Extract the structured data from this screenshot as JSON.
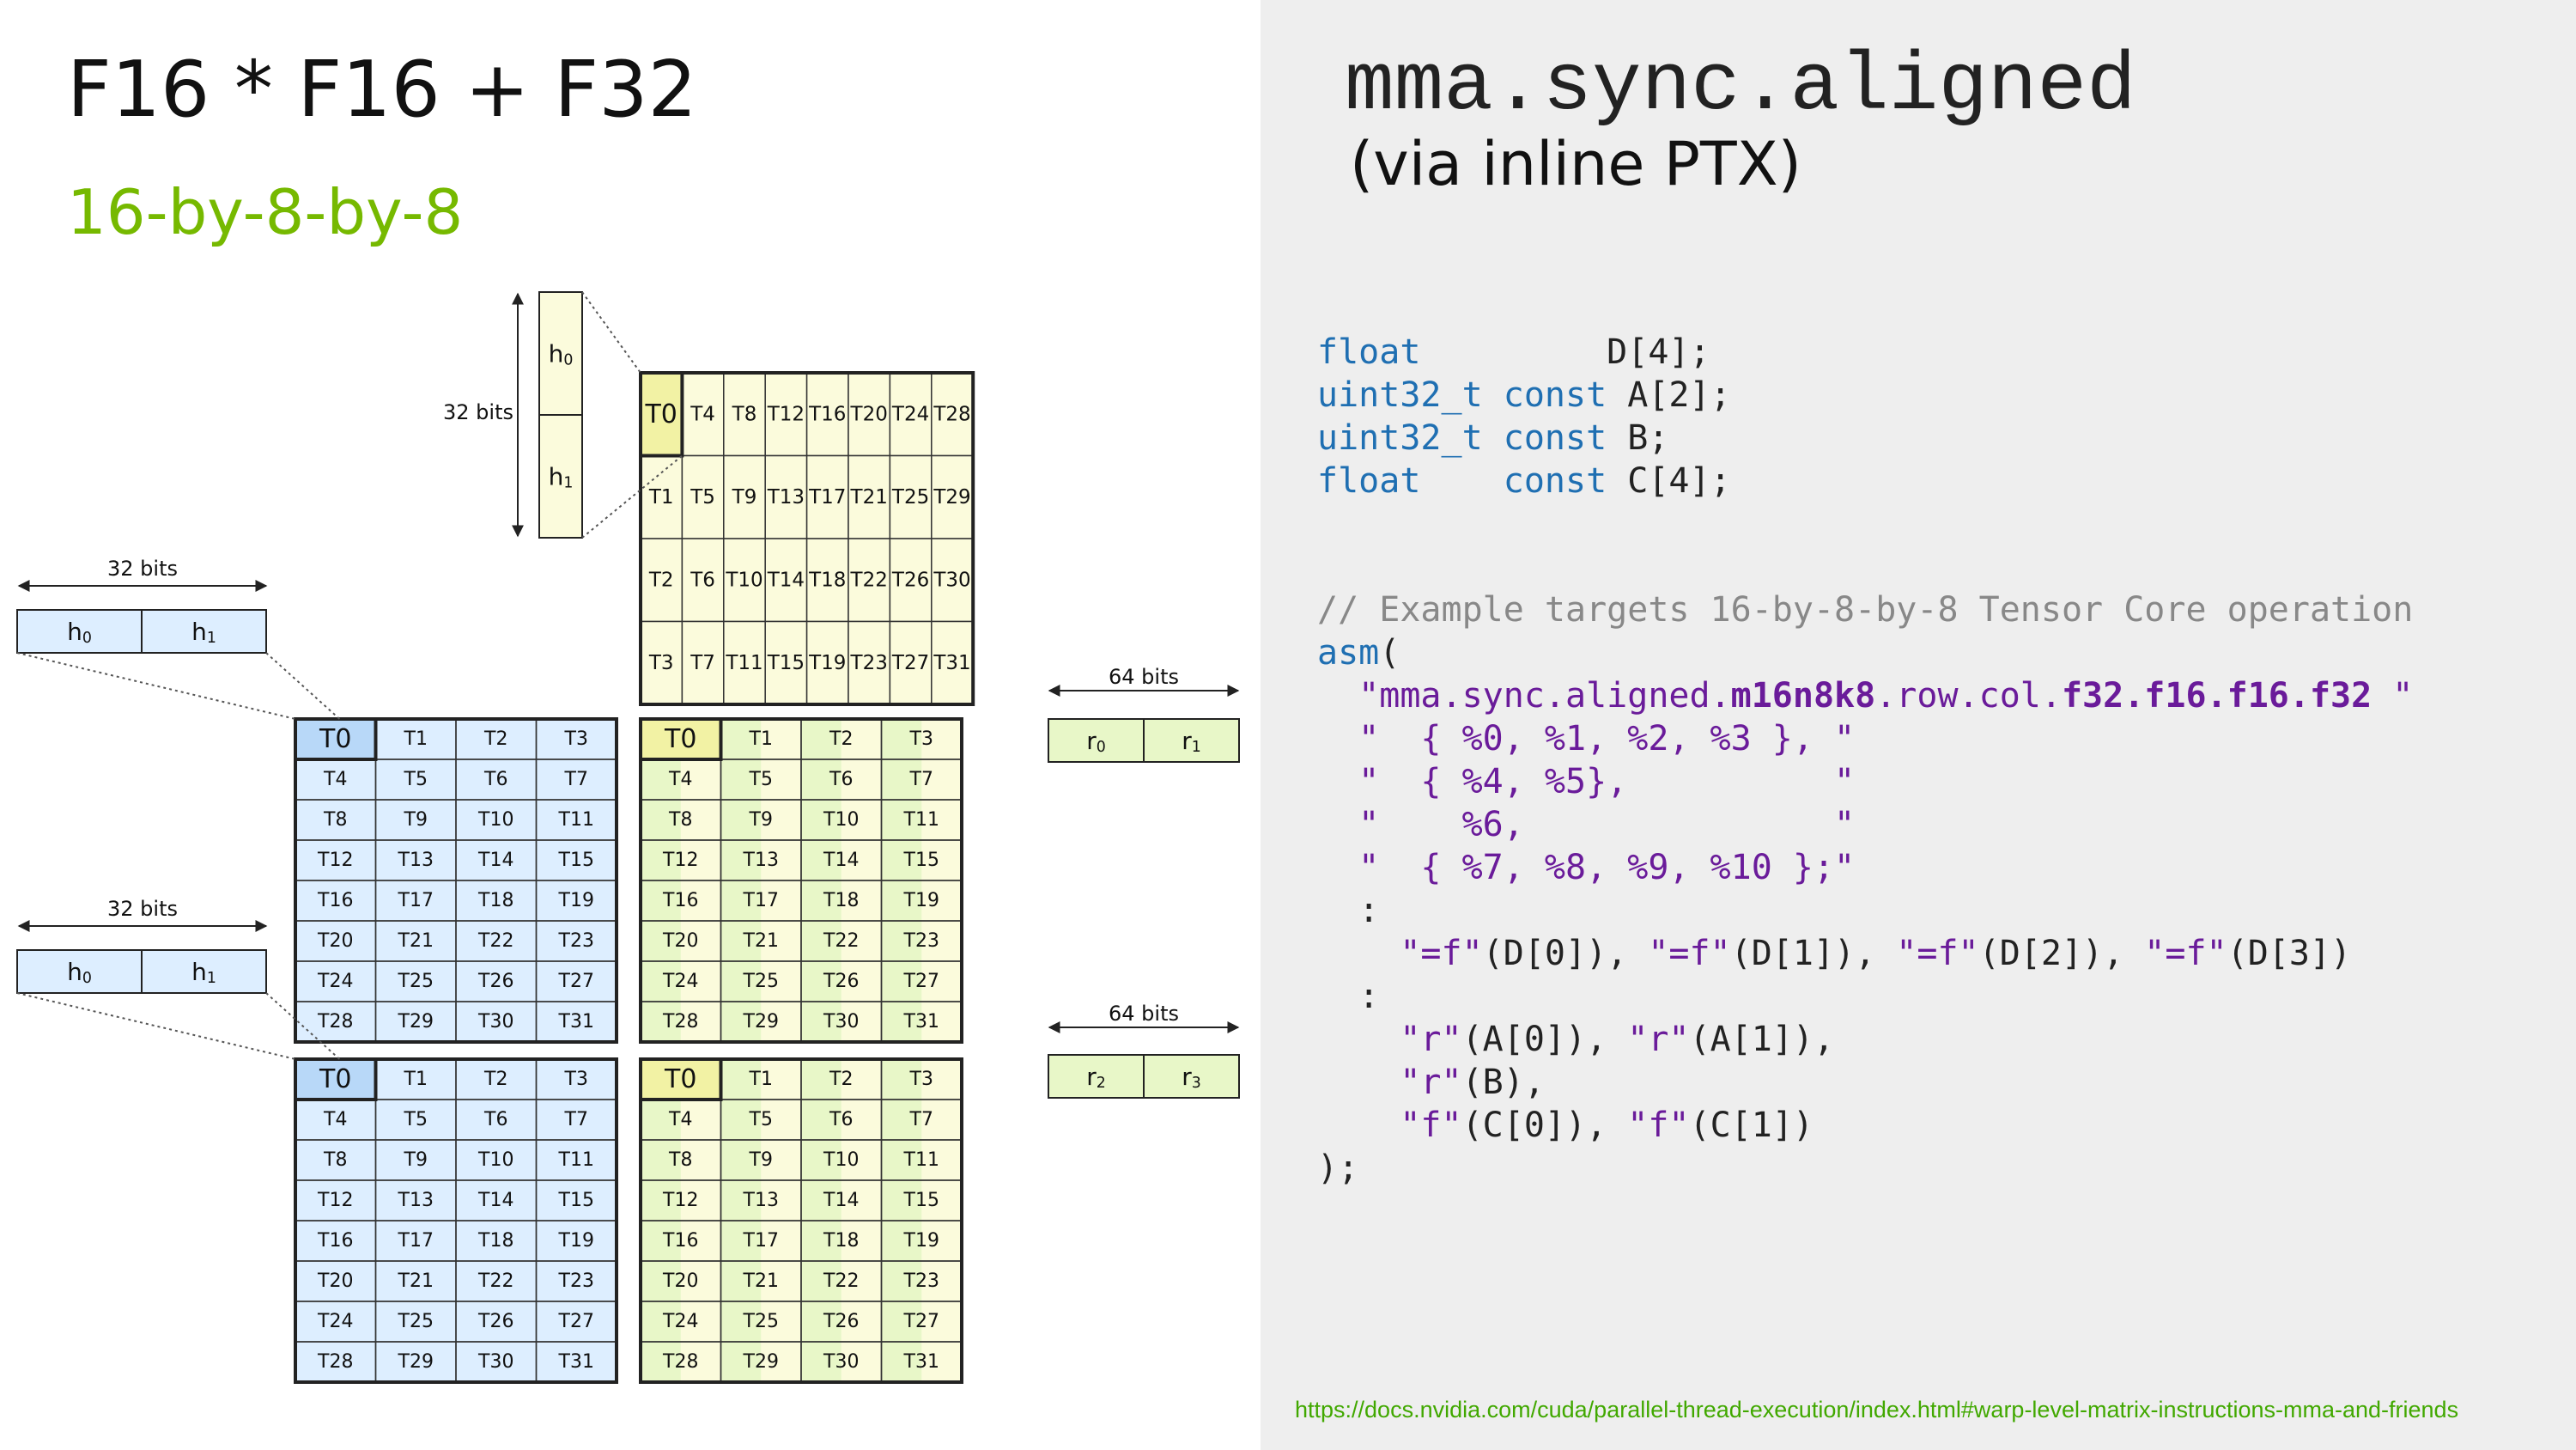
{
  "title": "F16 * F16 + F32",
  "subtitle": "16-by-8-by-8",
  "right_title": "mma.sync.aligned",
  "right_subtitle": "(via inline PTX)",
  "url": "https://docs.nvidia.com/cuda/parallel-thread-execution/index.html#warp-level-matrix-instructions-mma-and-friends",
  "colors": {
    "accent_green": "#76b900",
    "blue_fill": "#ddeeff",
    "blue_header": "#b8d8f8",
    "yellow_fill": "#fbfbdc",
    "yellow_header": "#f2f2a4",
    "green_fill": "#e8f7c8",
    "keyword": "#1f6fb2",
    "string": "#6a1b9a",
    "comment": "#888888",
    "code_bg": "#eeeeee"
  },
  "diagram": {
    "label_32bits": "32 bits",
    "label_64bits": "64 bits",
    "reg_b": [
      "h0",
      "h1"
    ],
    "reg_a": [
      "h0",
      "h1"
    ],
    "reg_c_top": [
      "r0",
      "r1"
    ],
    "reg_c_bottom": [
      "r2",
      "r3"
    ],
    "matrix_b_rows": [
      [
        "T0",
        "T4",
        "T8",
        "T12",
        "T16",
        "T20",
        "T24",
        "T28"
      ],
      [
        "T1",
        "T5",
        "T9",
        "T13",
        "T17",
        "T21",
        "T25",
        "T29"
      ],
      [
        "T2",
        "T6",
        "T10",
        "T14",
        "T18",
        "T22",
        "T26",
        "T30"
      ],
      [
        "T3",
        "T7",
        "T11",
        "T15",
        "T19",
        "T23",
        "T27",
        "T31"
      ]
    ],
    "matrix_rows": [
      [
        "T0",
        "T1",
        "T2",
        "T3"
      ],
      [
        "T4",
        "T5",
        "T6",
        "T7"
      ],
      [
        "T8",
        "T9",
        "T10",
        "T11"
      ],
      [
        "T12",
        "T13",
        "T14",
        "T15"
      ],
      [
        "T16",
        "T17",
        "T18",
        "T19"
      ],
      [
        "T20",
        "T21",
        "T22",
        "T23"
      ],
      [
        "T24",
        "T25",
        "T26",
        "T27"
      ],
      [
        "T28",
        "T29",
        "T30",
        "T31"
      ]
    ]
  },
  "code_lines": [
    [
      {
        "t": "float",
        "c": "kw"
      },
      {
        "t": "         D[4];",
        "c": "tx"
      }
    ],
    [
      {
        "t": "uint32_t const",
        "c": "kw"
      },
      {
        "t": " A[2];",
        "c": "tx"
      }
    ],
    [
      {
        "t": "uint32_t const",
        "c": "kw"
      },
      {
        "t": " B;",
        "c": "tx"
      }
    ],
    [
      {
        "t": "float    const",
        "c": "kw"
      },
      {
        "t": " C[4];",
        "c": "tx"
      }
    ],
    [],
    [],
    [
      {
        "t": "// Example targets 16-by-8-by-8 Tensor Core operation",
        "c": "cm"
      }
    ],
    [
      {
        "t": "asm",
        "c": "kw"
      },
      {
        "t": "(",
        "c": "tx"
      }
    ],
    [
      {
        "t": "  \"mma.sync.aligned.",
        "c": "str"
      },
      {
        "t": "m16n8k8",
        "c": "strb"
      },
      {
        "t": ".row.col.",
        "c": "str"
      },
      {
        "t": "f32.f16.f16.f32",
        "c": "strb"
      },
      {
        "t": " \"",
        "c": "str"
      }
    ],
    [
      {
        "t": "  \"  { %0, %1, %2, %3 }, \"",
        "c": "str"
      }
    ],
    [
      {
        "t": "  \"  { %4, %5},          \"",
        "c": "str"
      }
    ],
    [
      {
        "t": "  \"    %6,               \"",
        "c": "str"
      }
    ],
    [
      {
        "t": "  \"  { %7, %8, %9, %10 };\"",
        "c": "str"
      }
    ],
    [
      {
        "t": "  :",
        "c": "tx"
      }
    ],
    [
      {
        "t": "    \"=f\"",
        "c": "str"
      },
      {
        "t": "(D[0]), ",
        "c": "tx"
      },
      {
        "t": "\"=f\"",
        "c": "str"
      },
      {
        "t": "(D[1]), ",
        "c": "tx"
      },
      {
        "t": "\"=f\"",
        "c": "str"
      },
      {
        "t": "(D[2]), ",
        "c": "tx"
      },
      {
        "t": "\"=f\"",
        "c": "str"
      },
      {
        "t": "(D[3])",
        "c": "tx"
      }
    ],
    [
      {
        "t": "  :",
        "c": "tx"
      }
    ],
    [
      {
        "t": "    \"r\"",
        "c": "str"
      },
      {
        "t": "(A[0]), ",
        "c": "tx"
      },
      {
        "t": "\"r\"",
        "c": "str"
      },
      {
        "t": "(A[1]),",
        "c": "tx"
      }
    ],
    [
      {
        "t": "    \"r\"",
        "c": "str"
      },
      {
        "t": "(B),",
        "c": "tx"
      }
    ],
    [
      {
        "t": "    \"f\"",
        "c": "str"
      },
      {
        "t": "(C[0]), ",
        "c": "tx"
      },
      {
        "t": "\"f\"",
        "c": "str"
      },
      {
        "t": "(C[1])",
        "c": "tx"
      }
    ],
    [
      {
        "t": ");",
        "c": "tx"
      }
    ]
  ]
}
